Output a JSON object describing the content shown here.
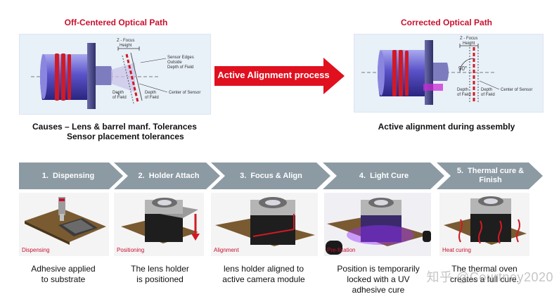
{
  "top_left": {
    "title": "Off-Centered Optical Path",
    "labels": {
      "focus_height": [
        "Z - Focus",
        "Height"
      ],
      "sensor_edges": [
        "Sensor Edges",
        "Outside",
        "Depth of Field"
      ],
      "center_sensor": "Center of Sensor",
      "depth_field_left": [
        "Depth",
        "of Field"
      ],
      "depth_field_right": [
        "Depth",
        "of Field"
      ]
    },
    "caption_lines": [
      "Causes – Lens & barrel manf. Tolerances",
      "Sensor placement tolerances"
    ]
  },
  "arrow_label": "Active Alignment process",
  "top_right": {
    "title": "Corrected Optical Path",
    "labels": {
      "focus_height": [
        "Z - Focus",
        "Height"
      ],
      "angle": "90°",
      "center_sensor": "Center of Sensor",
      "depth_field_left": [
        "Depth",
        "of Field"
      ],
      "depth_field_right": [
        "Depth",
        "of Field"
      ]
    },
    "caption": "Active alignment during assembly"
  },
  "steps": [
    {
      "number": "1.",
      "label": "Dispensing",
      "photo_tag": "Dispensing",
      "desc": [
        "Adhesive applied",
        "to substrate"
      ]
    },
    {
      "number": "2.",
      "label": "Holder Attach",
      "photo_tag": "Positioning",
      "desc": [
        "The lens holder",
        "is positioned"
      ]
    },
    {
      "number": "3.",
      "label": "Focus & Align",
      "photo_tag": "Alignment",
      "desc": [
        "lens holder aligned to",
        "active camera module"
      ]
    },
    {
      "number": "4.",
      "label": "Light Cure",
      "photo_tag": "Pre-fixation",
      "desc": [
        "Position is temporarily",
        "locked with a UV",
        "adhesive cure"
      ]
    },
    {
      "number": "5.",
      "label": "Thermal cure & Finish",
      "photo_tag": "Heat curing",
      "desc": [
        "The thermal oven",
        "creates a full cure."
      ]
    }
  ],
  "watermark": "知乎 @Courtney2020",
  "colors": {
    "accent_red": "#c8102e",
    "step_gray": "#8c9aa3",
    "panel_bg": "#e8f0f8"
  }
}
